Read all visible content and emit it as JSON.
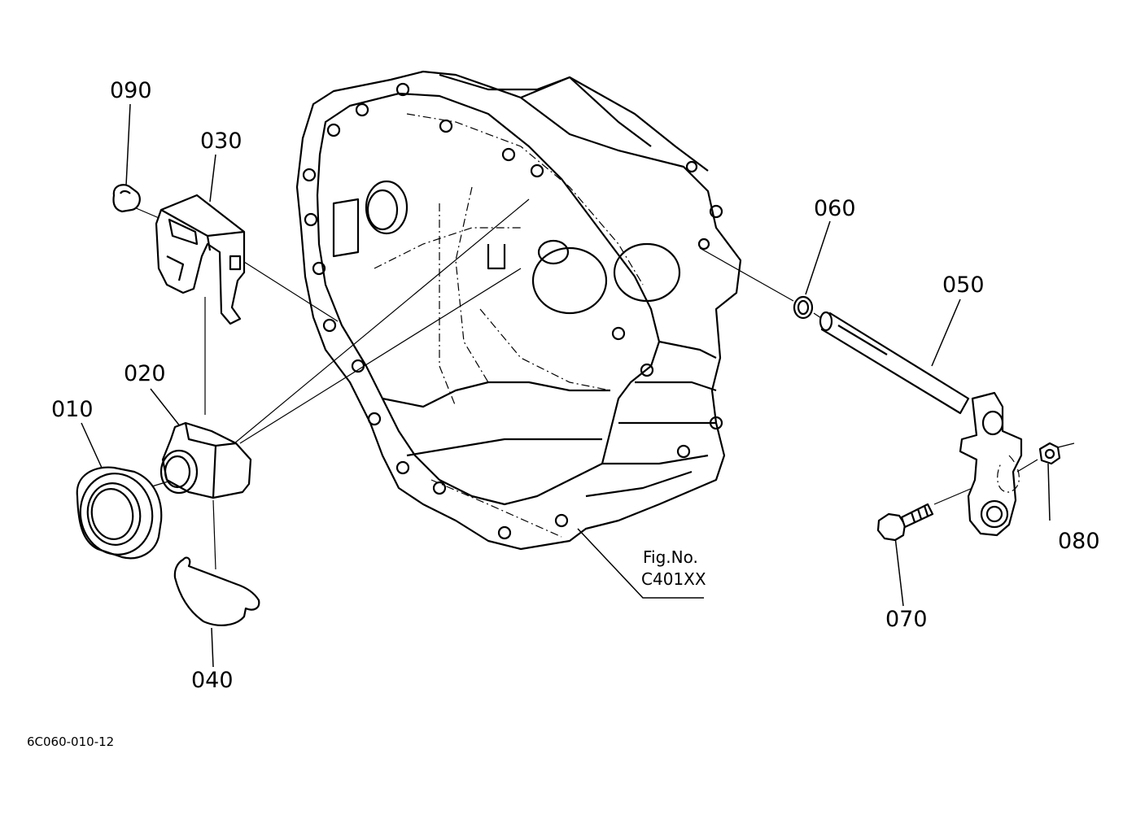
{
  "parts": [
    {
      "id": "010",
      "label": "010"
    },
    {
      "id": "020",
      "label": "020"
    },
    {
      "id": "030",
      "label": "030"
    },
    {
      "id": "040",
      "label": "040"
    },
    {
      "id": "050",
      "label": "050"
    },
    {
      "id": "060",
      "label": "060"
    },
    {
      "id": "070",
      "label": "070"
    },
    {
      "id": "080",
      "label": "080"
    },
    {
      "id": "090",
      "label": "090"
    }
  ],
  "figure_ref": {
    "line1": "Fig.No.",
    "line2": "C401XX"
  },
  "drawing_number": "6C060-010-12"
}
